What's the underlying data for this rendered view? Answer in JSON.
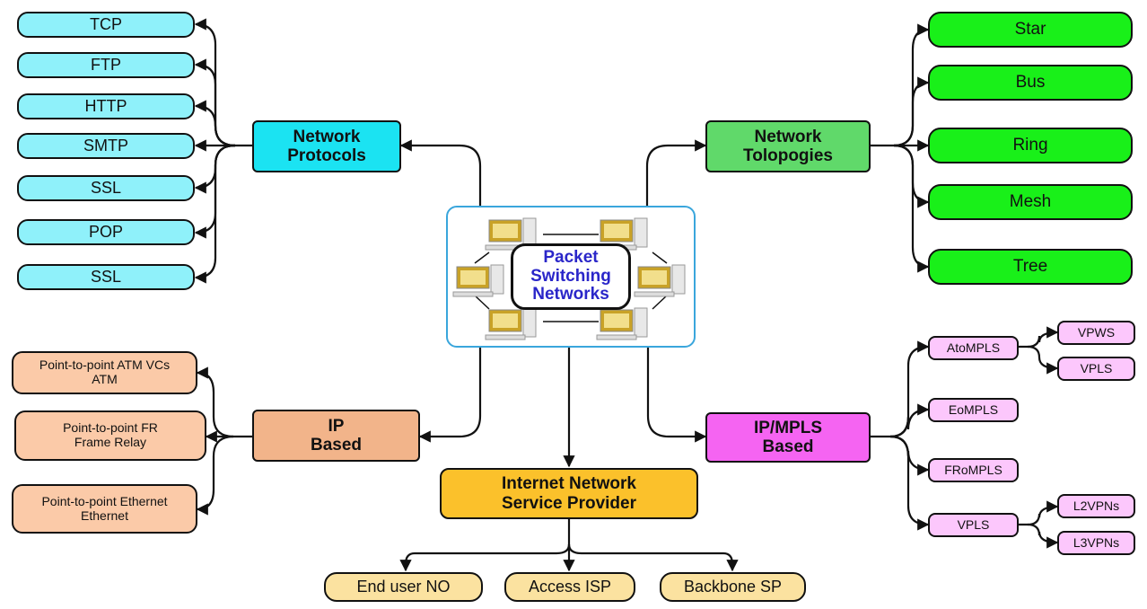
{
  "center": {
    "label_lines": [
      "Packet",
      "Switching",
      "Networks"
    ]
  },
  "network_protocols": {
    "title_lines": [
      "Network",
      "Protocols"
    ],
    "items": [
      "TCP",
      "FTP",
      "HTTP",
      "SMTP",
      "SSL",
      "POP",
      "SSL"
    ]
  },
  "network_topologies": {
    "title_lines": [
      "Network",
      "Tolopogies"
    ],
    "items": [
      "Star",
      "Bus",
      "Ring",
      "Mesh",
      "Tree"
    ]
  },
  "ip_based": {
    "title_lines": [
      "IP",
      "Based"
    ],
    "items": [
      [
        "Point-to-point ATM VCs",
        "ATM"
      ],
      [
        "Point-to-point FR",
        "Frame Relay"
      ],
      [
        "Point-to-point Ethernet",
        "Ethernet"
      ]
    ]
  },
  "ip_mpls_based": {
    "title_lines": [
      "IP/MPLS",
      "Based"
    ],
    "items": [
      "AtoMPLS",
      "EoMPLS",
      "FRoMPLS",
      "VPLS"
    ],
    "atompls_children": [
      "VPWS",
      "VPLS"
    ],
    "vpls_children": [
      "L2VPNs",
      "L3VPNs"
    ]
  },
  "isp": {
    "title_lines": [
      "Internet Network",
      "Service Provider"
    ],
    "items": [
      "End user NO",
      "Access ISP",
      "Backbone SP"
    ]
  },
  "colors": {
    "protocol_hub": "#1be3f2",
    "protocol_leaf": "#8ff1fa",
    "topology_hub": "#60d96a",
    "topology_leaf": "#19f019",
    "ip_hub": "#f2b48a",
    "ip_leaf": "#fbcaa8",
    "mpls_hub": "#f564f2",
    "mpls_leaf": "#fcc7fc",
    "isp_hub": "#fbc12b",
    "isp_leaf": "#fbe2a0",
    "center_border": "#3aa6dc",
    "center_text": "#2a26c9"
  }
}
